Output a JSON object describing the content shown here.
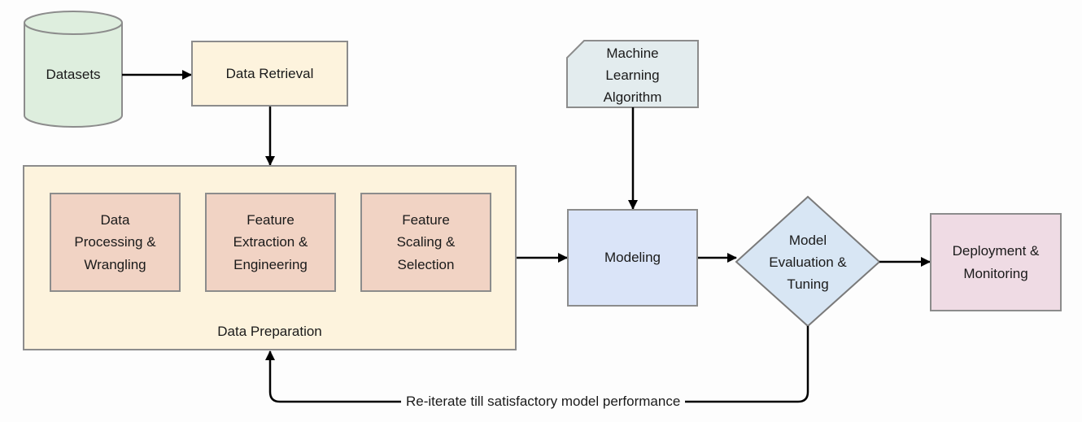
{
  "nodes": {
    "datasets": "Datasets",
    "data_retrieval": "Data Retrieval",
    "ml_algorithm": "Machine\nLearning\nAlgorithm",
    "data_preparation": "Data Preparation",
    "processing": "Data\nProcessing &\nWrangling",
    "feature_extraction": "Feature\nExtraction &\nEngineering",
    "feature_scaling": "Feature\nScaling &\nSelection",
    "modeling": "Modeling",
    "evaluation": "Model\nEvaluation &\nTuning",
    "deployment": "Deployment &\nMonitoring"
  },
  "feedback_label": "Re-iterate till satisfactory model performance",
  "colors": {
    "datasets": "#deeede",
    "retrieval_prep": "#fdf3dd",
    "ml_algorithm": "#e3ecee",
    "sub_steps": "#f1d3c4",
    "modeling": "#dae4f8",
    "evaluation": "#d8e6f4",
    "deployment": "#efdbe4",
    "border": "#8c8c8c",
    "arrow": "#000000"
  }
}
